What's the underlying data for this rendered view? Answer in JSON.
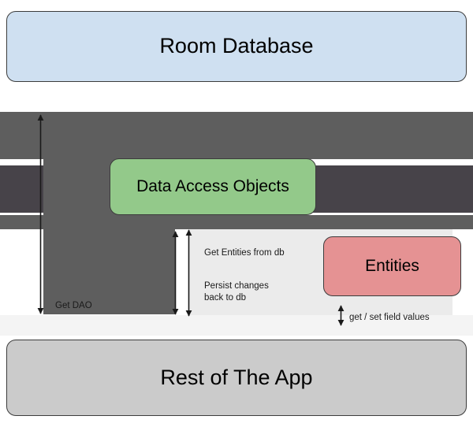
{
  "diagram": {
    "title_visible": false,
    "nodes": [
      {
        "id": "room",
        "label": "Room Database",
        "fill": "#cfe0f1",
        "stroke": "#3c3c3c"
      },
      {
        "id": "dao",
        "label": "Data Access Objects",
        "fill": "#93c98a",
        "stroke": "#3c3c3c"
      },
      {
        "id": "entities",
        "label": "Entities",
        "fill": "#e59293",
        "stroke": "#3c3c3c"
      },
      {
        "id": "app",
        "label": "Rest of The App",
        "fill": "#cbcbcb",
        "stroke": "#3c3c3c"
      }
    ],
    "edges": [
      {
        "id": "get-dao",
        "label": "Get DAO",
        "from": "app",
        "to": "room",
        "arrows": "both"
      },
      {
        "id": "get-ent",
        "label": "Get Entities from db",
        "from": "app",
        "to": "dao",
        "arrows": "both"
      },
      {
        "id": "persist",
        "label": "Persist changes\nback to db",
        "label_line1": "Persist changes",
        "label_line2": "back to db",
        "from": "app",
        "to": "dao",
        "arrows": "both"
      },
      {
        "id": "get-set",
        "label": "get / set field values",
        "from": "app",
        "to": "entities",
        "arrows": "both"
      }
    ],
    "bands": [
      {
        "id": "band-a",
        "color": "#5e5e5e"
      },
      {
        "id": "band-b",
        "color": "#474349"
      },
      {
        "id": "band-c",
        "color": "#5e5e5e"
      }
    ]
  }
}
